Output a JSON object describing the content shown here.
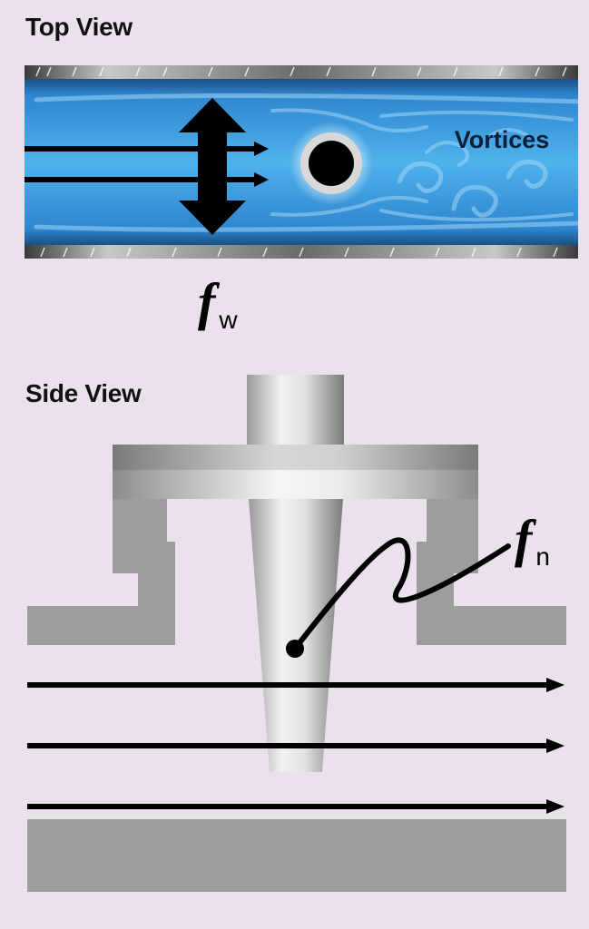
{
  "top_view": {
    "title": "Top View",
    "vortices_label": "Vortices",
    "frequency_symbol": "f",
    "frequency_subscript": "w"
  },
  "side_view": {
    "title": "Side View",
    "frequency_symbol": "f",
    "frequency_subscript": "n"
  },
  "colors": {
    "background": "#ebe1ec",
    "flow_blue": "#3fa0e0",
    "pipe_wall_gray": "#9d9d9d",
    "ink": "#000000"
  }
}
